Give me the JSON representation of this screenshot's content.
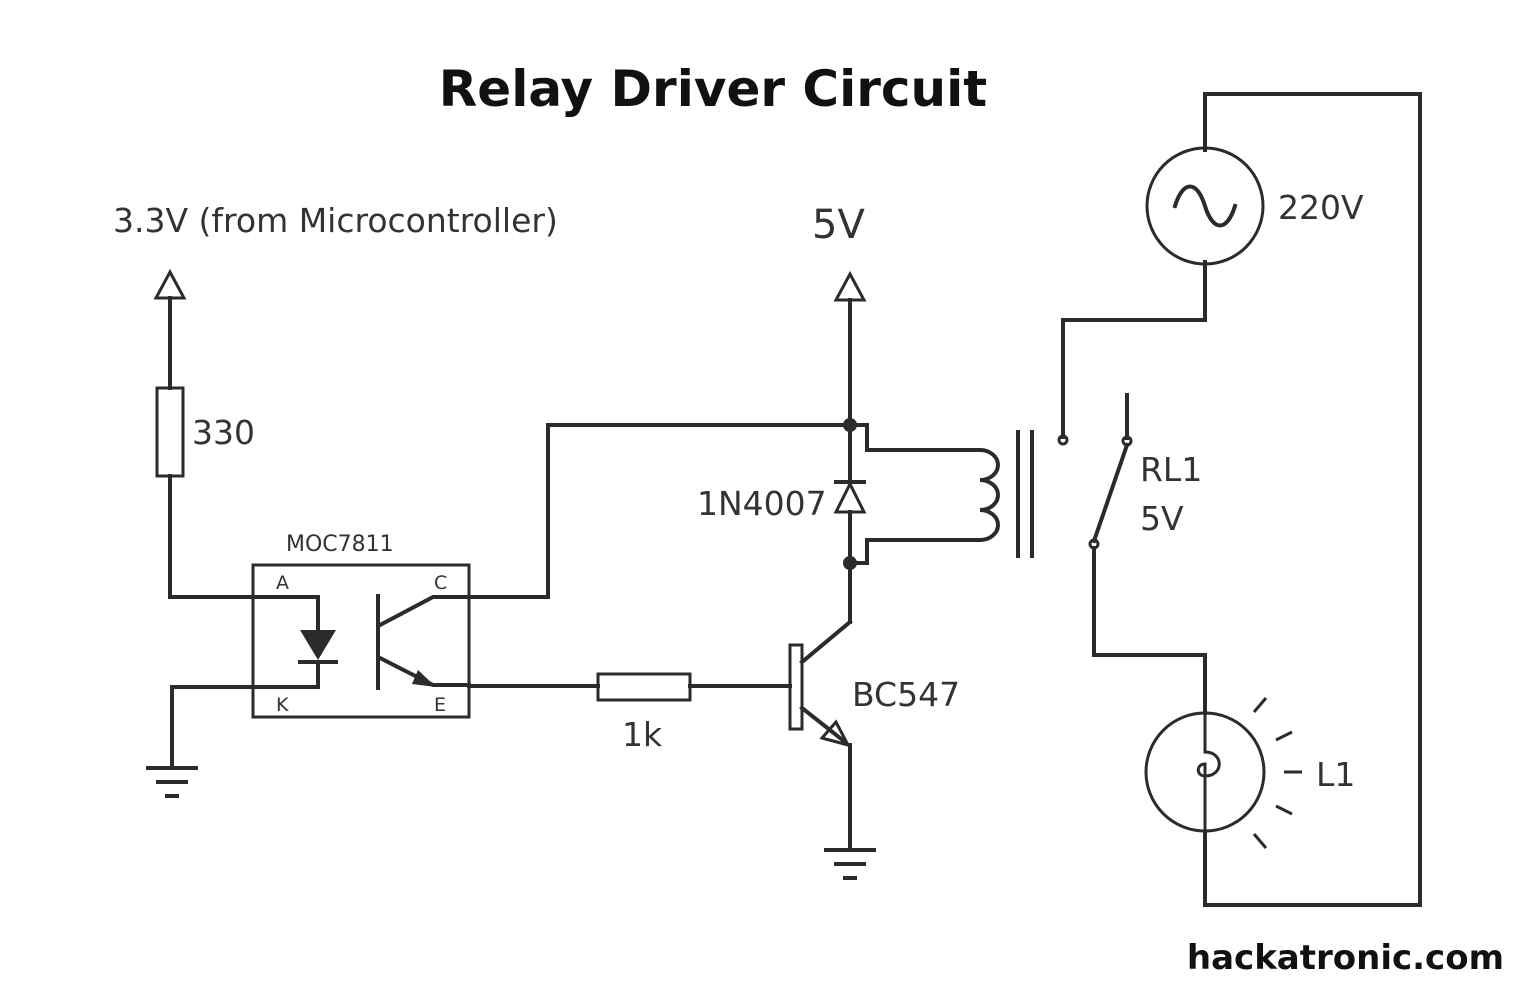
{
  "title": "Relay Driver Circuit",
  "watermark": "hackatronic.com",
  "labels": {
    "supply_mcu": "3.3V (from Microcontroller)",
    "supply_5v": "5V",
    "resistor_330": "330",
    "opto_name": "MOC7811",
    "pin_a": "A",
    "pin_k": "K",
    "pin_c": "C",
    "pin_e": "E",
    "diode": "1N4007",
    "transistor": "BC547",
    "resistor_1k": "1k",
    "relay_name": "RL1",
    "relay_voltage": "5V",
    "ac_source": "220V",
    "lamp": "L1"
  },
  "colors": {
    "ink": "#2b2b2b",
    "text": "#333333",
    "background": "#ffffff"
  }
}
